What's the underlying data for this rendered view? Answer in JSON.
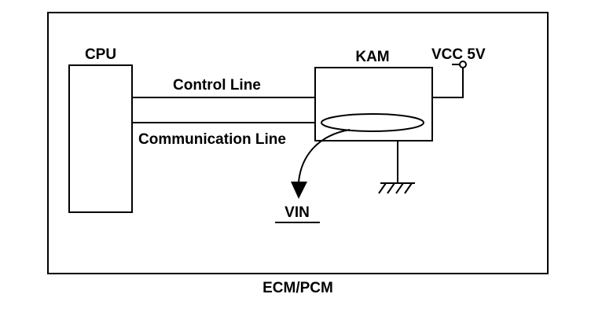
{
  "diagram": {
    "frame_label": "ECM/PCM",
    "cpu_label": "CPU",
    "kam_label": "KAM",
    "supply_label": "VCC 5V",
    "control_line_label": "Control Line",
    "communication_line_label": "Communication Line",
    "vin_label": "VIN"
  },
  "colors": {
    "line": "#000000",
    "background": "#ffffff"
  }
}
